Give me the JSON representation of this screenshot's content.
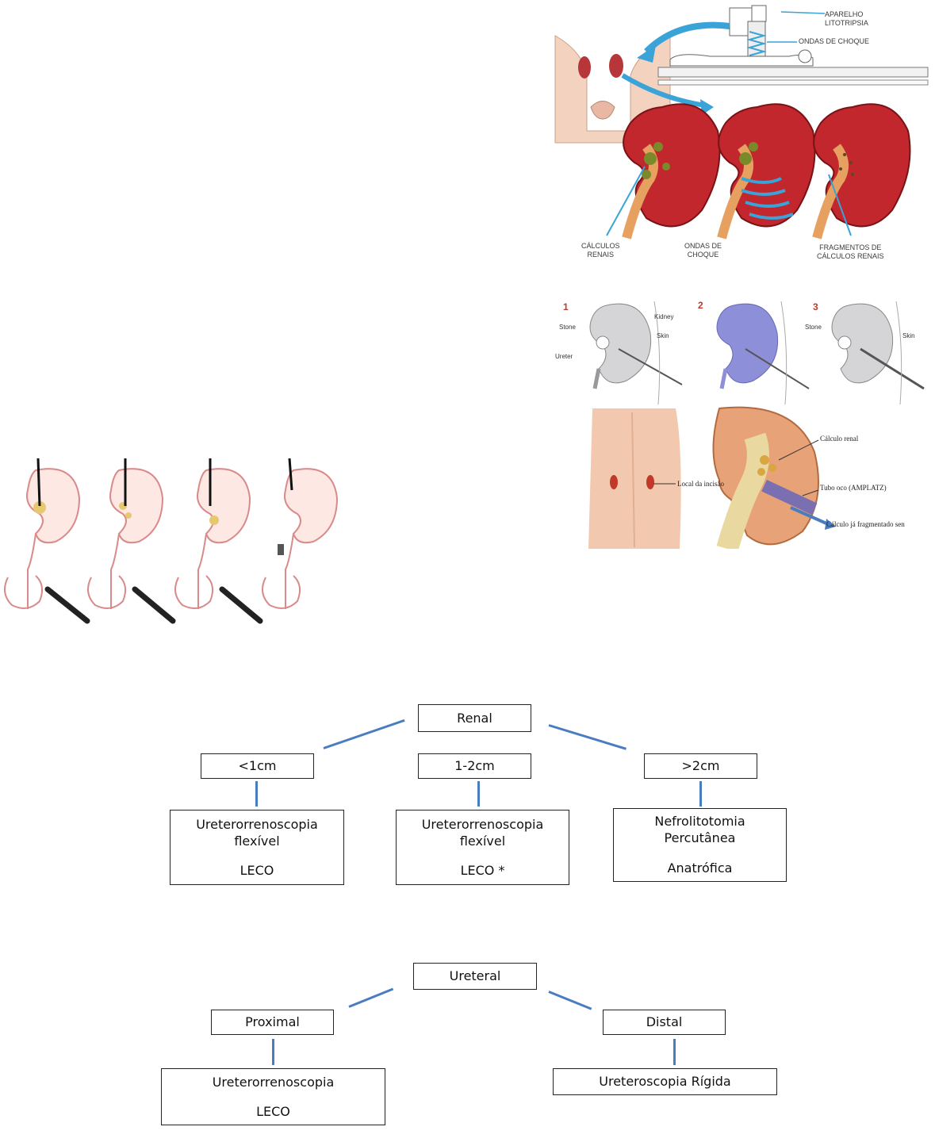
{
  "eswl_figure": {
    "labels": {
      "apparatus": [
        "APARELHO",
        "LITOTRIPSIA"
      ],
      "shock_waves_top": "ONDAS DE CHOQUE",
      "stones": [
        "CÁLCULOS",
        "RENAIS"
      ],
      "shock_waves": [
        "ONDAS DE",
        "CHOQUE"
      ],
      "fragments": [
        "FRAGMENTOS DE",
        "CÁLCULOS RENAIS"
      ]
    }
  },
  "pcnl_figure": {
    "steps": [
      "1",
      "2",
      "3"
    ],
    "labels": {
      "kidney": "Kidney",
      "stone": "Stone",
      "skin": "Skin",
      "ureter": "Ureter",
      "incision_site": "Local da incisão",
      "renal_stone": "Cálculo renal",
      "amplatz": "Tubo oco (AMPLATZ)",
      "fragmented": "Cálculo já fragmentado sen"
    }
  },
  "renal_tree": {
    "root": "Renal",
    "branches": [
      {
        "size": "<1cm",
        "treatment": [
          "Ureterorrenoscopia",
          "flexível",
          "",
          "LECO"
        ]
      },
      {
        "size": "1-2cm",
        "treatment": [
          "Ureterorrenoscopia",
          "flexível",
          "",
          "LECO *"
        ]
      },
      {
        "size": ">2cm",
        "treatment": [
          "Nefrolitotomia",
          "Percutânea",
          "",
          "Anatrófica"
        ]
      }
    ]
  },
  "ureteral_tree": {
    "root": "Ureteral",
    "branches": [
      {
        "location": "Proximal",
        "treatment": [
          "Ureterorrenoscopia",
          "",
          "LECO"
        ]
      },
      {
        "location": "Distal",
        "treatment": [
          "Ureteroscopia Rígida"
        ]
      }
    ]
  },
  "colors": {
    "connector": "#4a7cc0",
    "kidney_red": "#c0392b",
    "arrow_blue": "#3aa3d8"
  }
}
